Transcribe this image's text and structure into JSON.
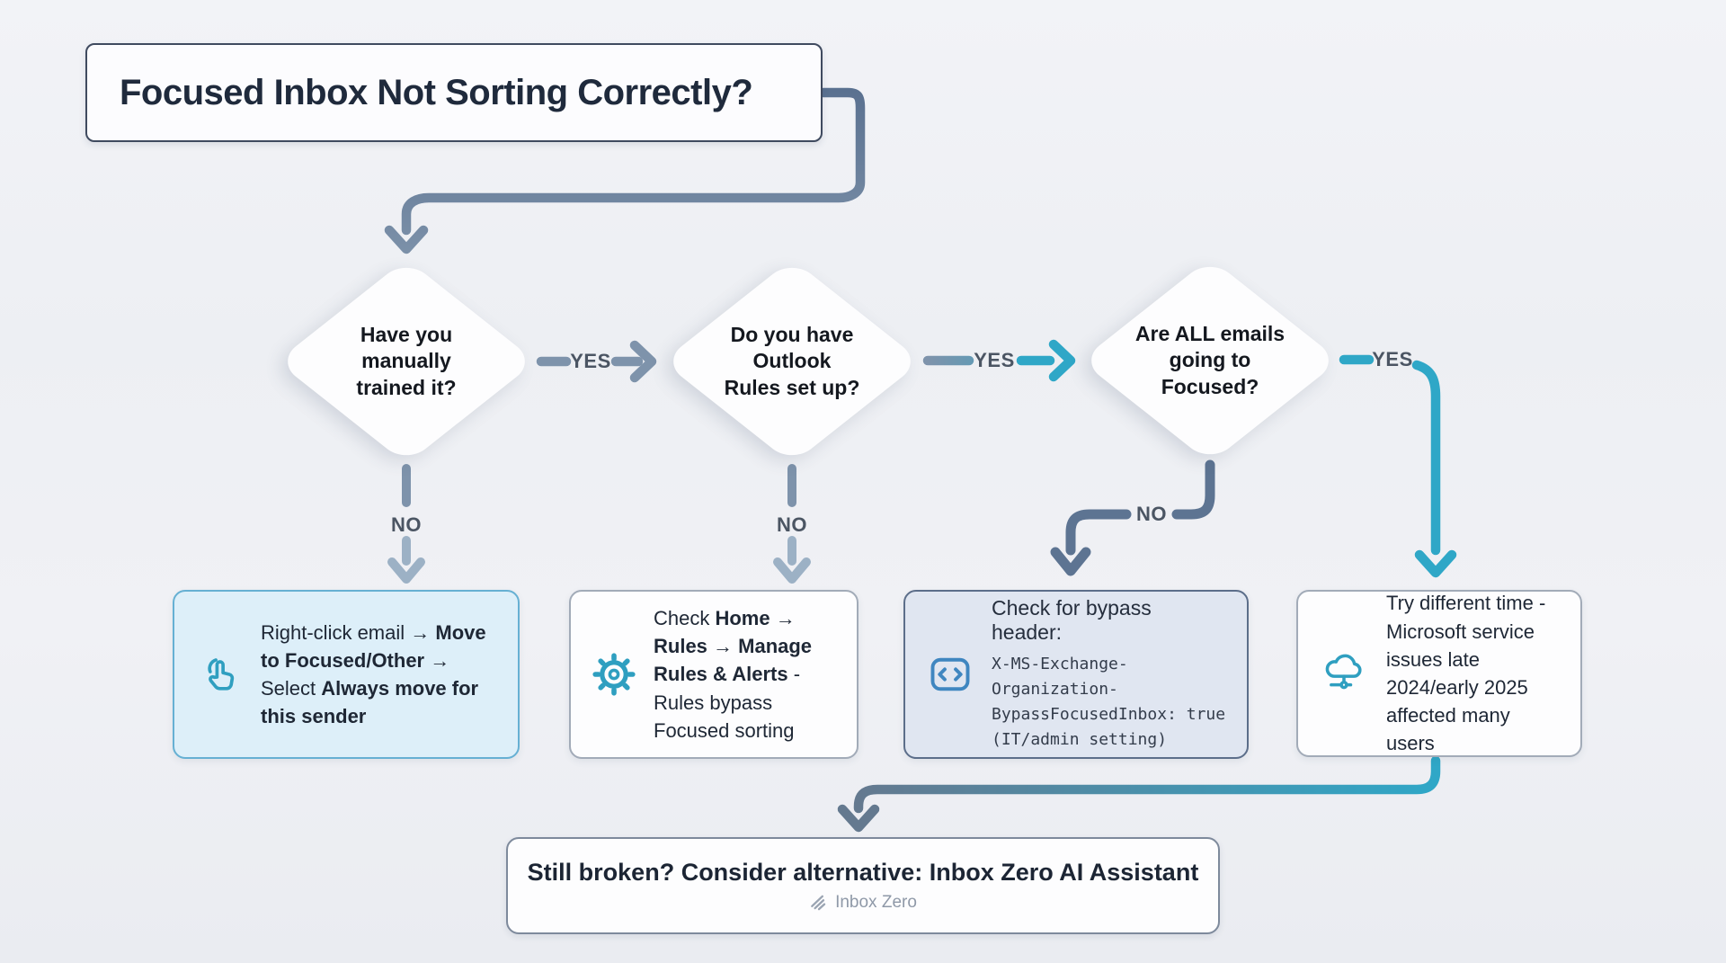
{
  "title": "Focused Inbox Not Sorting Correctly?",
  "labels": {
    "yes": "YES",
    "no": "NO"
  },
  "decisions": {
    "trained": {
      "question": "Have you\nmanually\ntrained it?"
    },
    "rules": {
      "question": "Do you have\nOutlook\nRules set up?"
    },
    "all_focused": {
      "question": "Are ALL emails\ngoing to\nFocused?"
    }
  },
  "actions": {
    "train": {
      "icon": "tap-icon",
      "segments": [
        {
          "t": "Right-click email → "
        },
        {
          "t": "Move to Focused/Other",
          "b": true
        },
        {
          "t": " → Select "
        },
        {
          "t": "Always move for this sender",
          "b": true
        }
      ]
    },
    "rules": {
      "icon": "gear-icon",
      "segments": [
        {
          "t": "Check "
        },
        {
          "t": "Home → Rules → Manage Rules & Alerts",
          "b": true
        },
        {
          "t": " - Rules bypass Focused sorting"
        }
      ]
    },
    "bypass": {
      "icon": "code-icon",
      "heading": "Check for bypass header:",
      "code": "X-MS-Exchange-Organization-\nBypassFocusedInbox: true\n(IT/admin setting)"
    },
    "service": {
      "icon": "cloud-icon",
      "text": "Try different time - Microsoft service issues late 2024/early 2025 affected many users"
    }
  },
  "footer": {
    "message": "Still broken? Consider alternative: Inbox Zero AI Assistant",
    "brand": "Inbox Zero"
  },
  "flow": {
    "edges": [
      {
        "from": "title",
        "to": "trained",
        "label": ""
      },
      {
        "from": "trained",
        "to": "rules",
        "label": "YES"
      },
      {
        "from": "trained",
        "to": "train-action",
        "label": "NO"
      },
      {
        "from": "rules",
        "to": "all_focused",
        "label": "YES"
      },
      {
        "from": "rules",
        "to": "rules-action",
        "label": "NO"
      },
      {
        "from": "all_focused",
        "to": "service-action",
        "label": "YES"
      },
      {
        "from": "all_focused",
        "to": "bypass-action",
        "label": "NO"
      },
      {
        "from": "service-action",
        "to": "footer",
        "label": ""
      }
    ]
  },
  "colors": {
    "connector_slate": "#67809c",
    "connector_mid": "#7e93ab",
    "connector_light": "#9cb1c5",
    "connector_dark": "#5d7492",
    "accent_teal": "#2fa7c7",
    "train_box_bg": "#ddeff9",
    "bypass_box_bg": "#e0e6f1",
    "background": "#eef0f4"
  }
}
